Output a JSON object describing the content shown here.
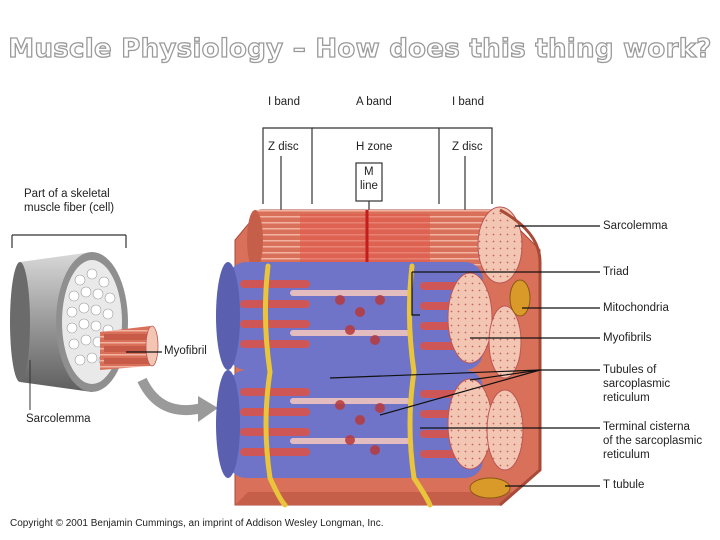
{
  "slide": {
    "title": "Muscle Physiology – How does this thing work?",
    "copyright": "Copyright © 2001 Benjamin Cummings, an imprint of Addison Wesley Longman, Inc."
  },
  "labels": {
    "i_band_left": "I band",
    "a_band": "A band",
    "i_band_right": "I band",
    "z_disc_left": "Z disc",
    "h_zone": "H zone",
    "m_line_1": "M",
    "m_line_2": "line",
    "z_disc_right": "Z disc",
    "fiber_1": "Part of a skeletal",
    "fiber_2": "muscle fiber (cell)",
    "myofibril_small": "Myofibril",
    "sarcolemma_left": "Sarcolemma",
    "sarcolemma_right": "Sarcolemma",
    "triad": "Triad",
    "mitochondria": "Mitochondria",
    "myofibrils": "Myofibrils",
    "tubules_1": "Tubules of",
    "tubules_2": "sarcoplasmic",
    "tubules_3": "reticulum",
    "cisterna_1": "Terminal cisterna",
    "cisterna_2": "of the sarcoplasmic",
    "cisterna_3": "reticulum",
    "t_tubule": "T tubule"
  },
  "colors": {
    "myofibril": "#d9705a",
    "sarcoplasmic_reticulum": "#6f74c8",
    "t_tubule": "#e8c53a",
    "end_face": "#f3c6b4",
    "leader_line": "#111111"
  }
}
